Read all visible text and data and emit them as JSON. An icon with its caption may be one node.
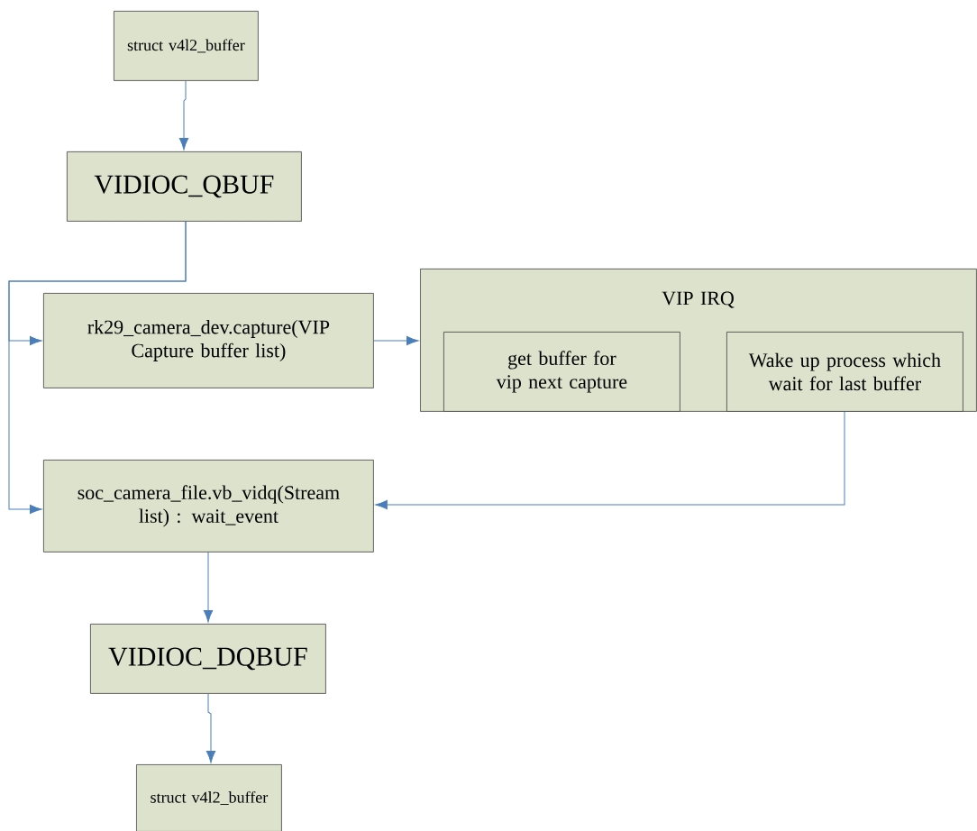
{
  "diagram": {
    "nodes": [
      {
        "text": [
          "struct v4l2_buffer"
        ]
      },
      {
        "text": [
          "VIDIOC_QBUF"
        ]
      },
      {
        "text": [
          "rk29_camera_dev.capture(VIP Capture buffer list)"
        ]
      },
      {
        "text": [
          "VIP IRQ"
        ]
      },
      {
        "text": [
          "get buffer for vip next capture"
        ],
        "in": 3
      },
      {
        "text": [
          "Wake up process which wait for last buffer"
        ],
        "in": 3
      },
      {
        "text": [
          "soc_camera_file.vb_vidq(Stream list)  :   wait_event"
        ]
      },
      {
        "text": [
          "VIDIOC_DQBUF"
        ]
      },
      {
        "text": [
          "struct v4l2_buffer"
        ]
      }
    ],
    "edges": [
      {
        "from": 0,
        "to": 1,
        "arrow": "to"
      },
      {
        "from": 1,
        "to": 2,
        "arrow": "to"
      },
      {
        "from": 1,
        "to": 6,
        "arrow": "to"
      },
      {
        "from": 2,
        "to": 3,
        "arrow": "to"
      },
      {
        "from": 5,
        "to": 6,
        "arrow": "to"
      },
      {
        "from": 6,
        "to": 7,
        "arrow": "to"
      },
      {
        "from": 7,
        "to": 8,
        "arrow": "to"
      }
    ]
  }
}
